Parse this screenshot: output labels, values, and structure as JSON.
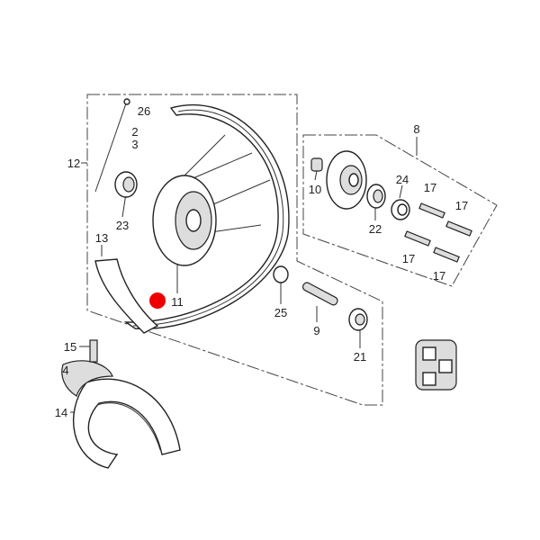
{
  "diagram": {
    "labels": {
      "p26": "26",
      "p2": "2",
      "p3": "3",
      "p12": "12",
      "p23": "23",
      "p13": "13",
      "p11": "11",
      "p8": "8",
      "p10": "10",
      "p24": "24",
      "p17a": "17",
      "p17b": "17",
      "p22": "22",
      "p17c": "17",
      "p17d": "17",
      "p25": "25",
      "p9": "9",
      "p21": "21",
      "p15": "15",
      "p4": "4",
      "p14": "14"
    },
    "colors": {
      "marker": "#ee0000",
      "line": "#333333"
    }
  }
}
